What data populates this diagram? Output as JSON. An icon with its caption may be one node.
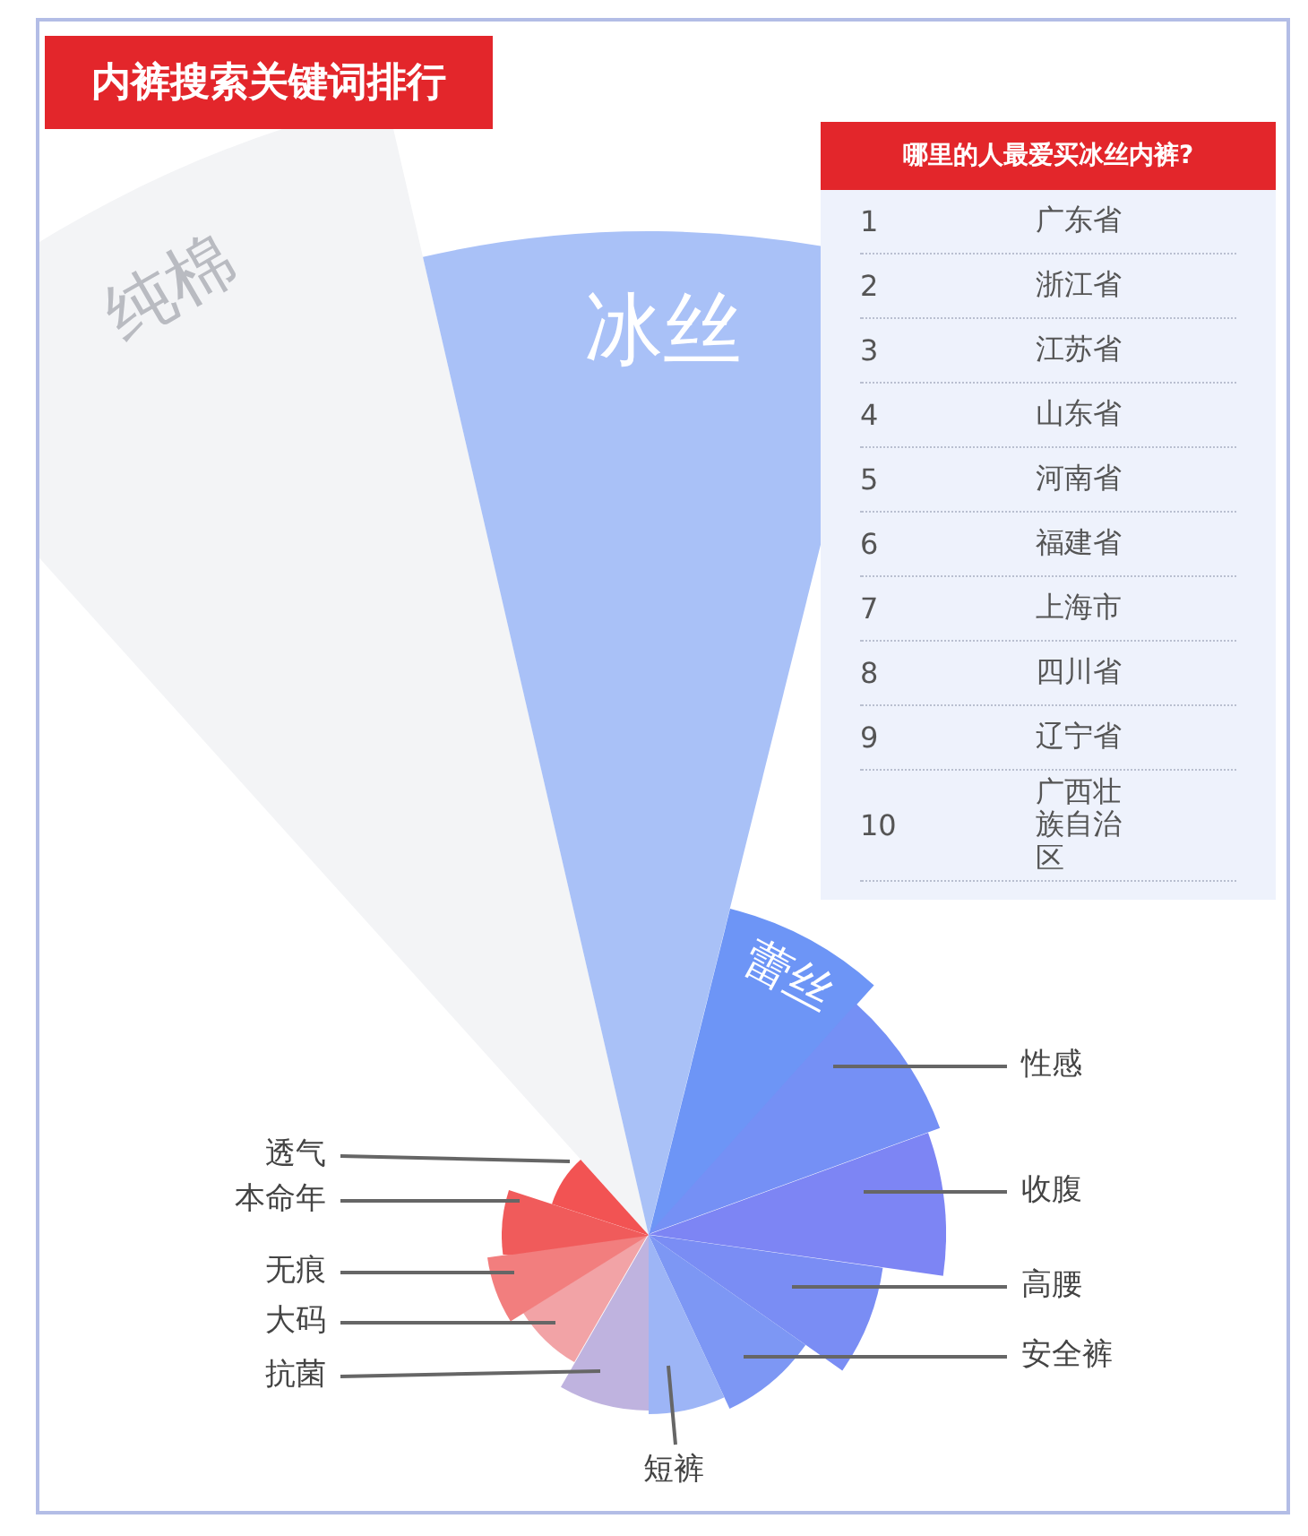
{
  "diagram": {
    "title": "内裤搜索关键词排行",
    "nodes": [
      {
        "text": [
          "纯棉"
        ]
      },
      {
        "text": [
          "冰丝"
        ]
      },
      {
        "text": [
          "蕾丝"
        ]
      },
      {
        "text": [
          "性感"
        ]
      },
      {
        "text": [
          "收腹"
        ]
      },
      {
        "text": [
          "高腰"
        ]
      },
      {
        "text": [
          "安全裤"
        ]
      },
      {
        "text": [
          "短裤"
        ]
      },
      {
        "text": [
          "抗菌"
        ]
      },
      {
        "text": [
          "大码"
        ]
      },
      {
        "text": [
          "无痕"
        ]
      },
      {
        "text": [
          "本命年"
        ]
      },
      {
        "text": [
          "透气"
        ]
      },
      {
        "text": [],
        "shape": "wedge"
      },
      {
        "text": [],
        "shape": "wedge"
      },
      {
        "text": [],
        "shape": "wedge"
      },
      {
        "text": [],
        "shape": "wedge"
      },
      {
        "text": [],
        "shape": "wedge"
      },
      {
        "text": [],
        "shape": "wedge"
      },
      {
        "text": [],
        "shape": "wedge"
      },
      {
        "text": [],
        "shape": "wedge"
      },
      {
        "text": [],
        "shape": "wedge"
      },
      {
        "text": [],
        "shape": "wedge"
      }
    ],
    "edges": [
      {
        "from": 3,
        "to": 13,
        "arrow": "none"
      },
      {
        "from": 4,
        "to": 14,
        "arrow": "none"
      },
      {
        "from": 5,
        "to": 15,
        "arrow": "none"
      },
      {
        "from": 6,
        "to": 16,
        "arrow": "none"
      },
      {
        "from": 7,
        "to": 17,
        "arrow": "none"
      },
      {
        "from": 8,
        "to": 18,
        "arrow": "none"
      },
      {
        "from": 9,
        "to": 19,
        "arrow": "none"
      },
      {
        "from": 10,
        "to": 20,
        "arrow": "none"
      },
      {
        "from": 11,
        "to": 21,
        "arrow": "none"
      },
      {
        "from": 12,
        "to": 22,
        "arrow": "none"
      }
    ],
    "labels": [
      "哪里的人最爱买冰丝内裤?",
      "1",
      "广东省",
      "2",
      "浙江省",
      "3",
      "江苏省",
      "4",
      "山东省",
      "5",
      "河南省",
      "6",
      "福建省",
      "7",
      "上海市",
      "8",
      "四川省",
      "9",
      "辽宁省",
      "10",
      "广西壮族自治区"
    ]
  }
}
